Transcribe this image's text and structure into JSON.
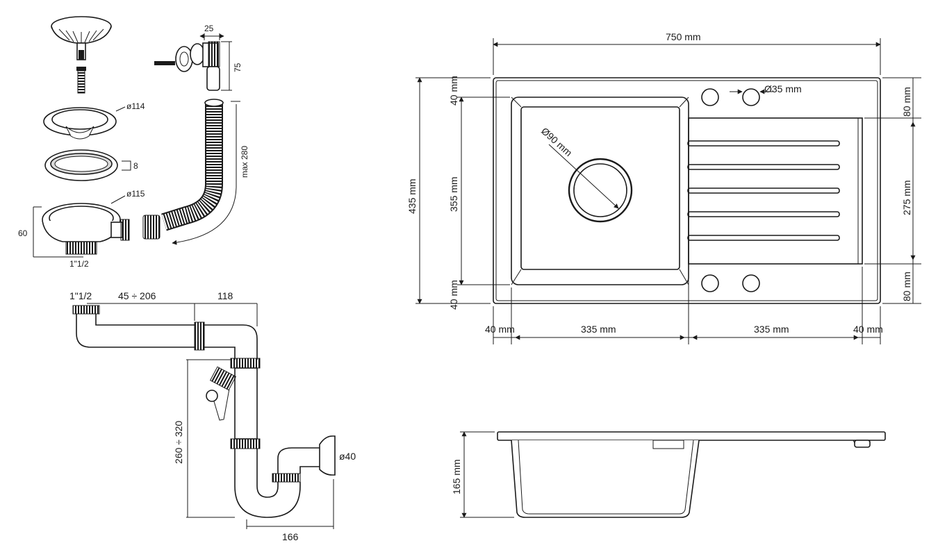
{
  "parts": {
    "d25": "25",
    "d75": "75",
    "d114": "ø114",
    "d8": "8",
    "d115": "ø115",
    "d60": "60",
    "thread": "1\"1/2",
    "max280": "max 280"
  },
  "siphon": {
    "thread": "1\"1/2",
    "range45": "45 ÷ 206",
    "d118": "118",
    "range260": "260 ÷ 320",
    "d40": "ø40",
    "d166": "166"
  },
  "top_view": {
    "width": "750 mm",
    "tap_hole": "Ø35 mm",
    "drain": "Ø90 mm",
    "h435": "435 mm",
    "h355": "355 mm",
    "h40a": "40 mm",
    "h40b": "40 mm",
    "h80a": "80 mm",
    "h275": "275 mm",
    "h80b": "80 mm",
    "w40a": "40 mm",
    "w335a": "335 mm",
    "w335b": "335 mm",
    "w40b": "40 mm"
  },
  "side_view": {
    "depth": "165 mm"
  }
}
